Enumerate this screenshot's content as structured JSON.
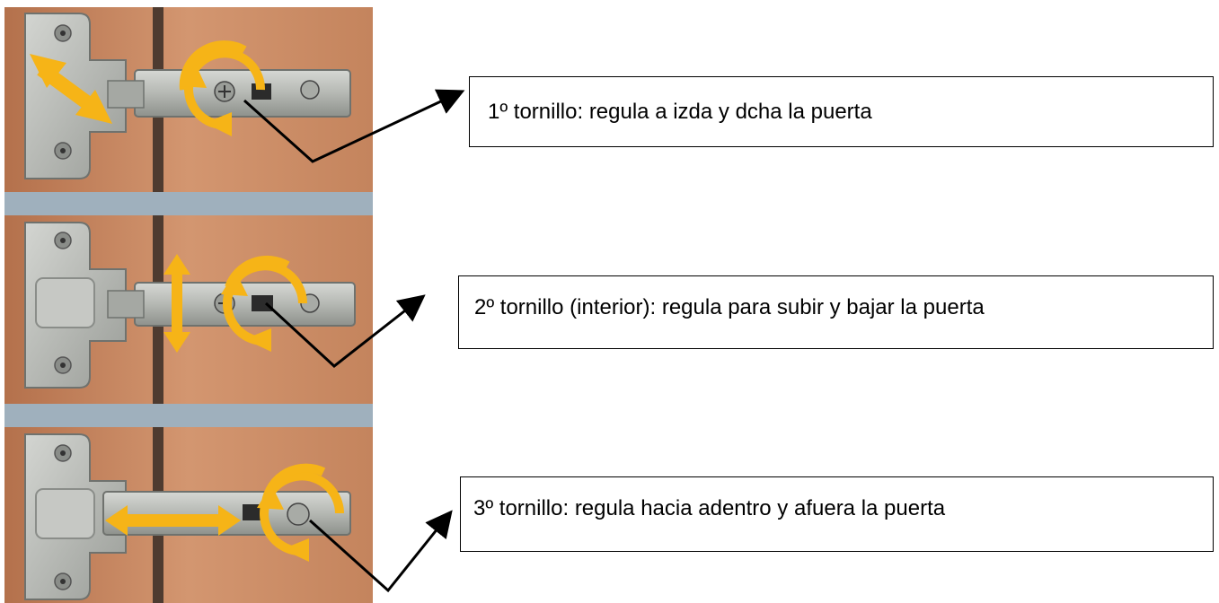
{
  "callouts": [
    {
      "id": 1,
      "text": "1º tornillo: regula a izda y dcha la puerta"
    },
    {
      "id": 2,
      "text": "2º tornillo (interior): regula para subir y bajar la puerta"
    },
    {
      "id": 3,
      "text": "3º tornillo: regula hacia adentro y afuera la puerta"
    }
  ],
  "panels": [
    {
      "id": 1,
      "adjustment": "diagonal-double-arrow"
    },
    {
      "id": 2,
      "adjustment": "vertical-double-arrow"
    },
    {
      "id": 3,
      "adjustment": "horizontal-double-arrow"
    }
  ],
  "colors": {
    "wood": "#c98a63",
    "wood_dark": "#b4714c",
    "panel_separator": "#9fb0bd",
    "metal": "#b9bcb8",
    "metal_dark": "#7d807c",
    "arrow_yellow": "#f6b417",
    "pointer_line": "#000000",
    "callout_border": "#000000"
  }
}
